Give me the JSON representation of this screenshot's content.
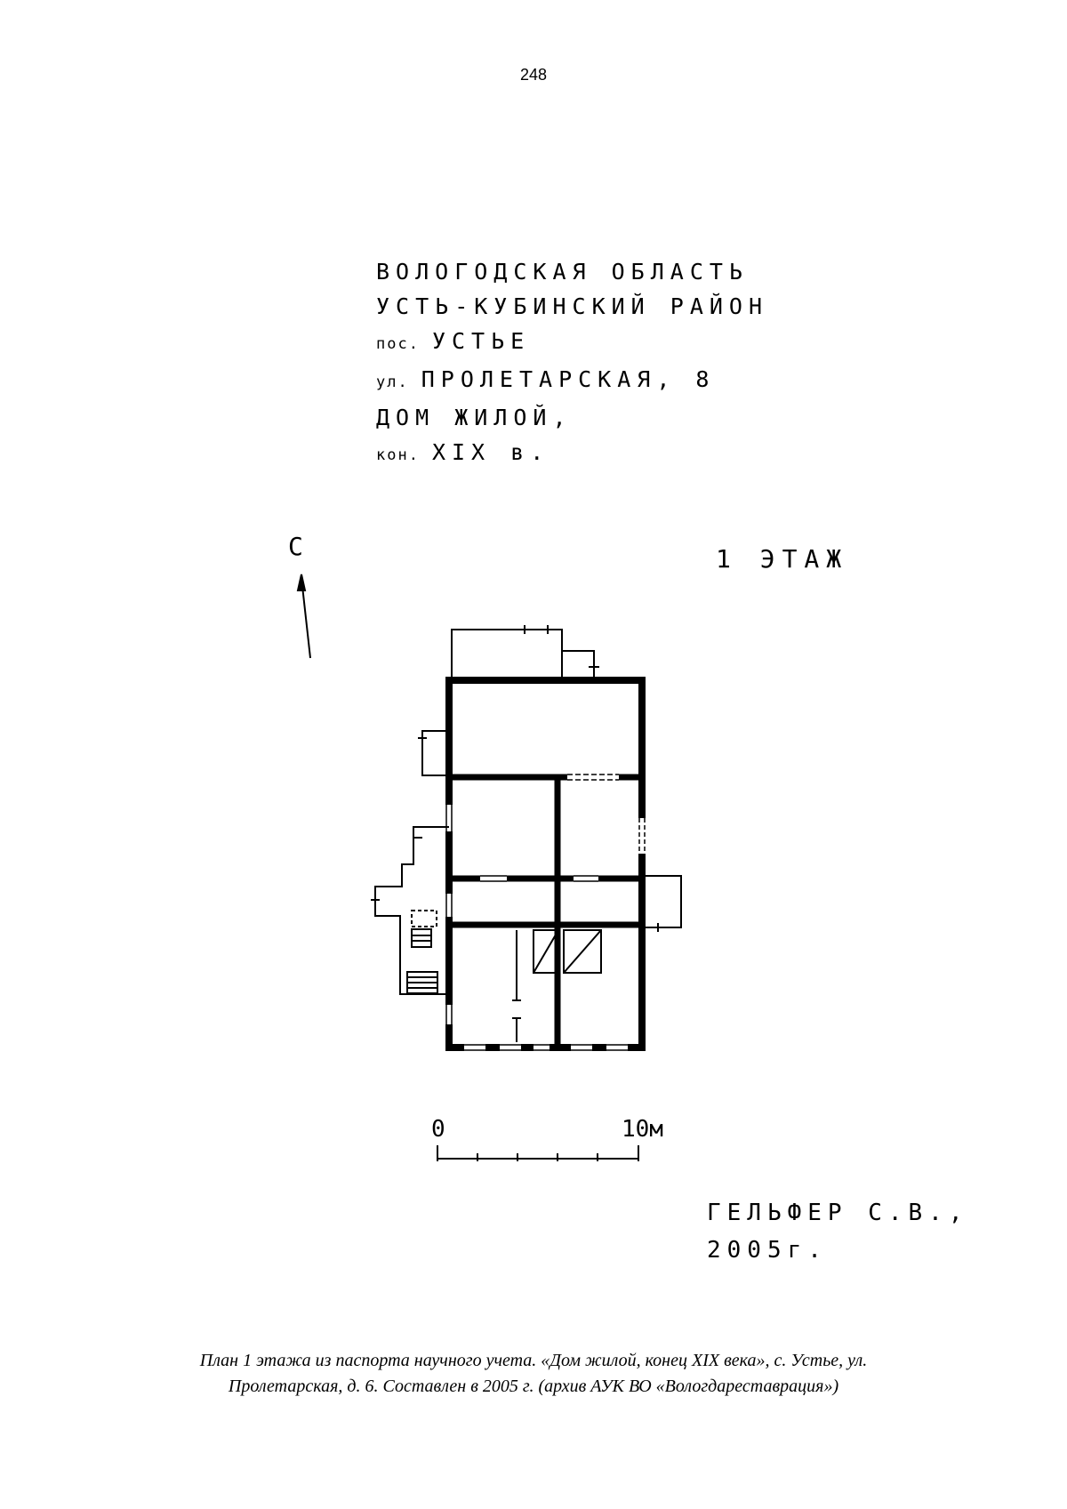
{
  "page": {
    "number": "248"
  },
  "title_block": {
    "line1": "ВОЛОГОДСКАЯ ОБЛАСТЬ",
    "line2": "УСТЬ-КУБИНСКИЙ РАЙОН",
    "line3_prefix": "пос.",
    "line3": "УСТЬЕ",
    "line4_prefix": "ул.",
    "line4": "ПРОЛЕТАРСКАЯ, 8",
    "line5": "ДОМ ЖИЛОЙ,",
    "line6_prefix": "кон.",
    "line6": "XIX в."
  },
  "drawing": {
    "north_label": "С",
    "floor_label": "1 ЭТАЖ",
    "scale_start": "0",
    "scale_end": "10м"
  },
  "author": {
    "name": "ГЕЛЬФЕР С.В.,",
    "year": "2005г."
  },
  "caption": {
    "line1": "План 1 этажа из паспорта научного учета.  «Дом жилой, конец XIX века»,  с. Устье, ул.",
    "line2": "Пролетарская, д. 6. Составлен в 2005 г. (архив АУК ВО «Вологдареставрация»)"
  }
}
